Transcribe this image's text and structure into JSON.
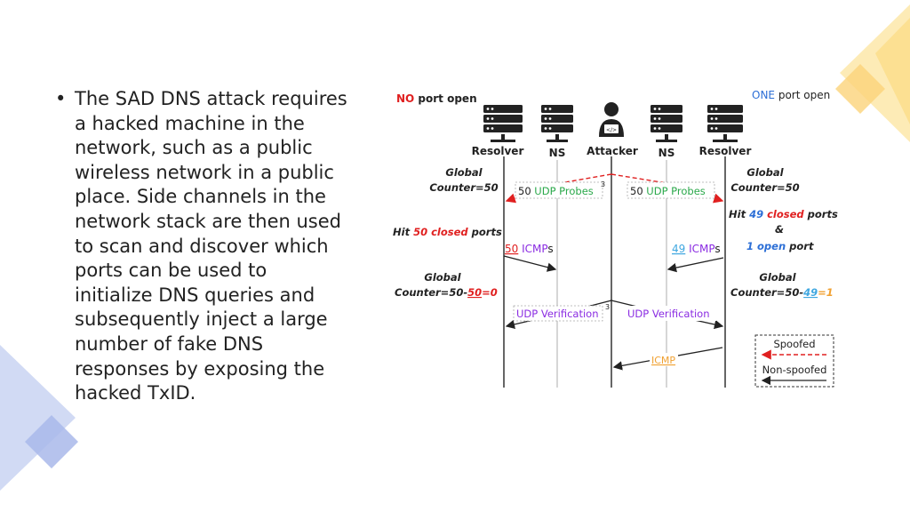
{
  "slide": {
    "bullet": "The SAD DNS attack requires a hacked machine in the network, such as a public wireless network in a public place. Side channels in the network stack are then used to scan and discover which ports can be used to initialize DNS queries and subsequently inject a large number of fake DNS responses by exposing the hacked TxID."
  },
  "diagram": {
    "left_title_highlight": "NO",
    "left_title_rest": " port open",
    "right_title_highlight": "ONE",
    "right_title_rest": " port open",
    "nodes": [
      "Resolver",
      "NS",
      "Attacker",
      "NS",
      "Resolver"
    ],
    "left_counter_1": "Global",
    "left_counter_2": "Counter=50",
    "right_counter_1": "Global",
    "right_counter_2": "Counter=50",
    "probe_num": "50",
    "probe_text": " UDP Probes",
    "probe_sup": "3",
    "left_hit_pre": "Hit ",
    "left_hit_num": "50",
    "left_hit_red": " closed",
    "left_hit_post": " ports",
    "right_hit_pre": "Hit ",
    "right_hit_num": "49",
    "right_hit_red": " closed",
    "right_hit_post": " ports",
    "right_amp": "&",
    "right_open_num": "1",
    "right_open_red": " open",
    "right_open_post": " port",
    "left_icmp_num": "50",
    "right_icmp_num": "49",
    "icmp_blue": " ICMP",
    "icmp_s": "s",
    "left_final_1": "Global",
    "left_final_a": "Counter=50-",
    "left_final_b": "50",
    "left_final_c": "=0",
    "right_final_1": "Global",
    "right_final_a": "Counter=50-",
    "right_final_b": "49",
    "right_final_c": "=1",
    "udp_verification": "UDP Verification",
    "verif_sup": "3",
    "icmp_label": "ICMP",
    "legend_spoofed": "Spoofed",
    "legend_nonspoofed": "Non-spoofed",
    "colors": {
      "red": "#e02020",
      "blue": "#2d6fd6",
      "purple": "#8a2be2",
      "orange": "#f0a030",
      "lightblue": "#3fa7e0"
    }
  }
}
